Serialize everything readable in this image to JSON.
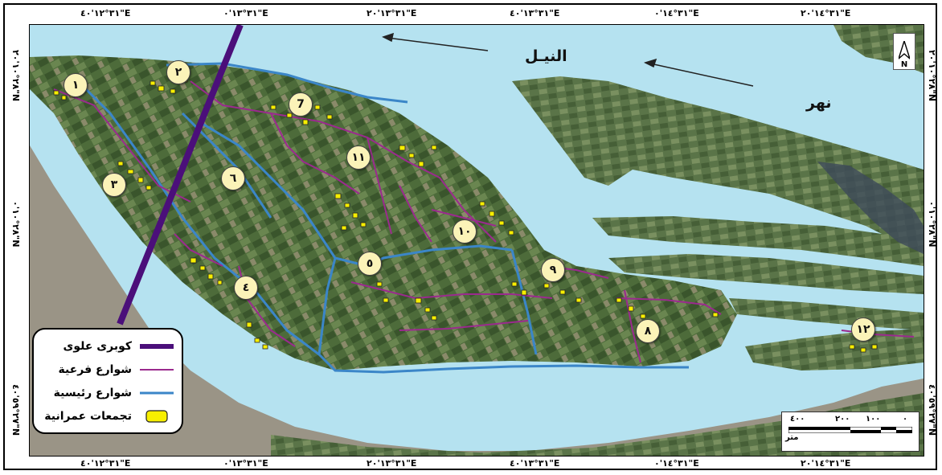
{
  "coords": {
    "top": [
      "٣١°١٢'٤٠\"E",
      "٣١°١٣'٠\"E",
      "٣١°١٣'٢٠\"E",
      "٣١°١٣'٤٠\"E",
      "٣١°١٤'٠\"E",
      "٣١°١٤'٢٠\"E"
    ],
    "bottom": [
      "٣١°١٢'٤٠\"E",
      "٣١°١٣'٠\"E",
      "٣١°١٣'٢٠\"E",
      "٣١°١٣'٤٠\"E",
      "٣١°١٤'٠\"E",
      "٣١°١٤'٢٠\"E"
    ],
    "left": [
      "٢٨°١٠'٢٠\"N",
      "٢٨°١٠'٠\"N",
      "٢٧°٥٩'٤٠\"N"
    ],
    "right": [
      "٢٨°١٠'٢٠\"N",
      "٢٨°١٠'٠\"N",
      "٢٧°٥٩'٤٠\"N"
    ]
  },
  "labels": {
    "nile": "النيـل",
    "river": "نهر"
  },
  "clusters": [
    "١",
    "٢",
    "٣",
    "٤",
    "٥",
    "٦",
    "7",
    "٨",
    "٩",
    "١٠",
    "١١",
    "١٢"
  ],
  "legend": {
    "items": [
      {
        "label": "كوبرى علوى",
        "color": "#4b0f7a"
      },
      {
        "label": "شوارع فرعية",
        "color": "#9b2a8e"
      },
      {
        "label": "شوارع رئيسية",
        "color": "#3b86c8"
      },
      {
        "label": "تجمعات عمرانية",
        "color": "#f7ef00"
      }
    ]
  },
  "north_arrow": {
    "label": "N"
  },
  "scale": {
    "ticks": [
      "٤٠٠",
      "٢٠٠",
      "١٠٠",
      "٠"
    ],
    "unit": "متر"
  },
  "colors": {
    "water": "#b5e2f0",
    "land_dark": "#3d5a30",
    "land_mid": "#5b7a45",
    "major_road": "#3b86c8",
    "minor_road": "#9b2a8e",
    "bridge": "#4b0f7a",
    "settlement": "#f7ef00"
  }
}
